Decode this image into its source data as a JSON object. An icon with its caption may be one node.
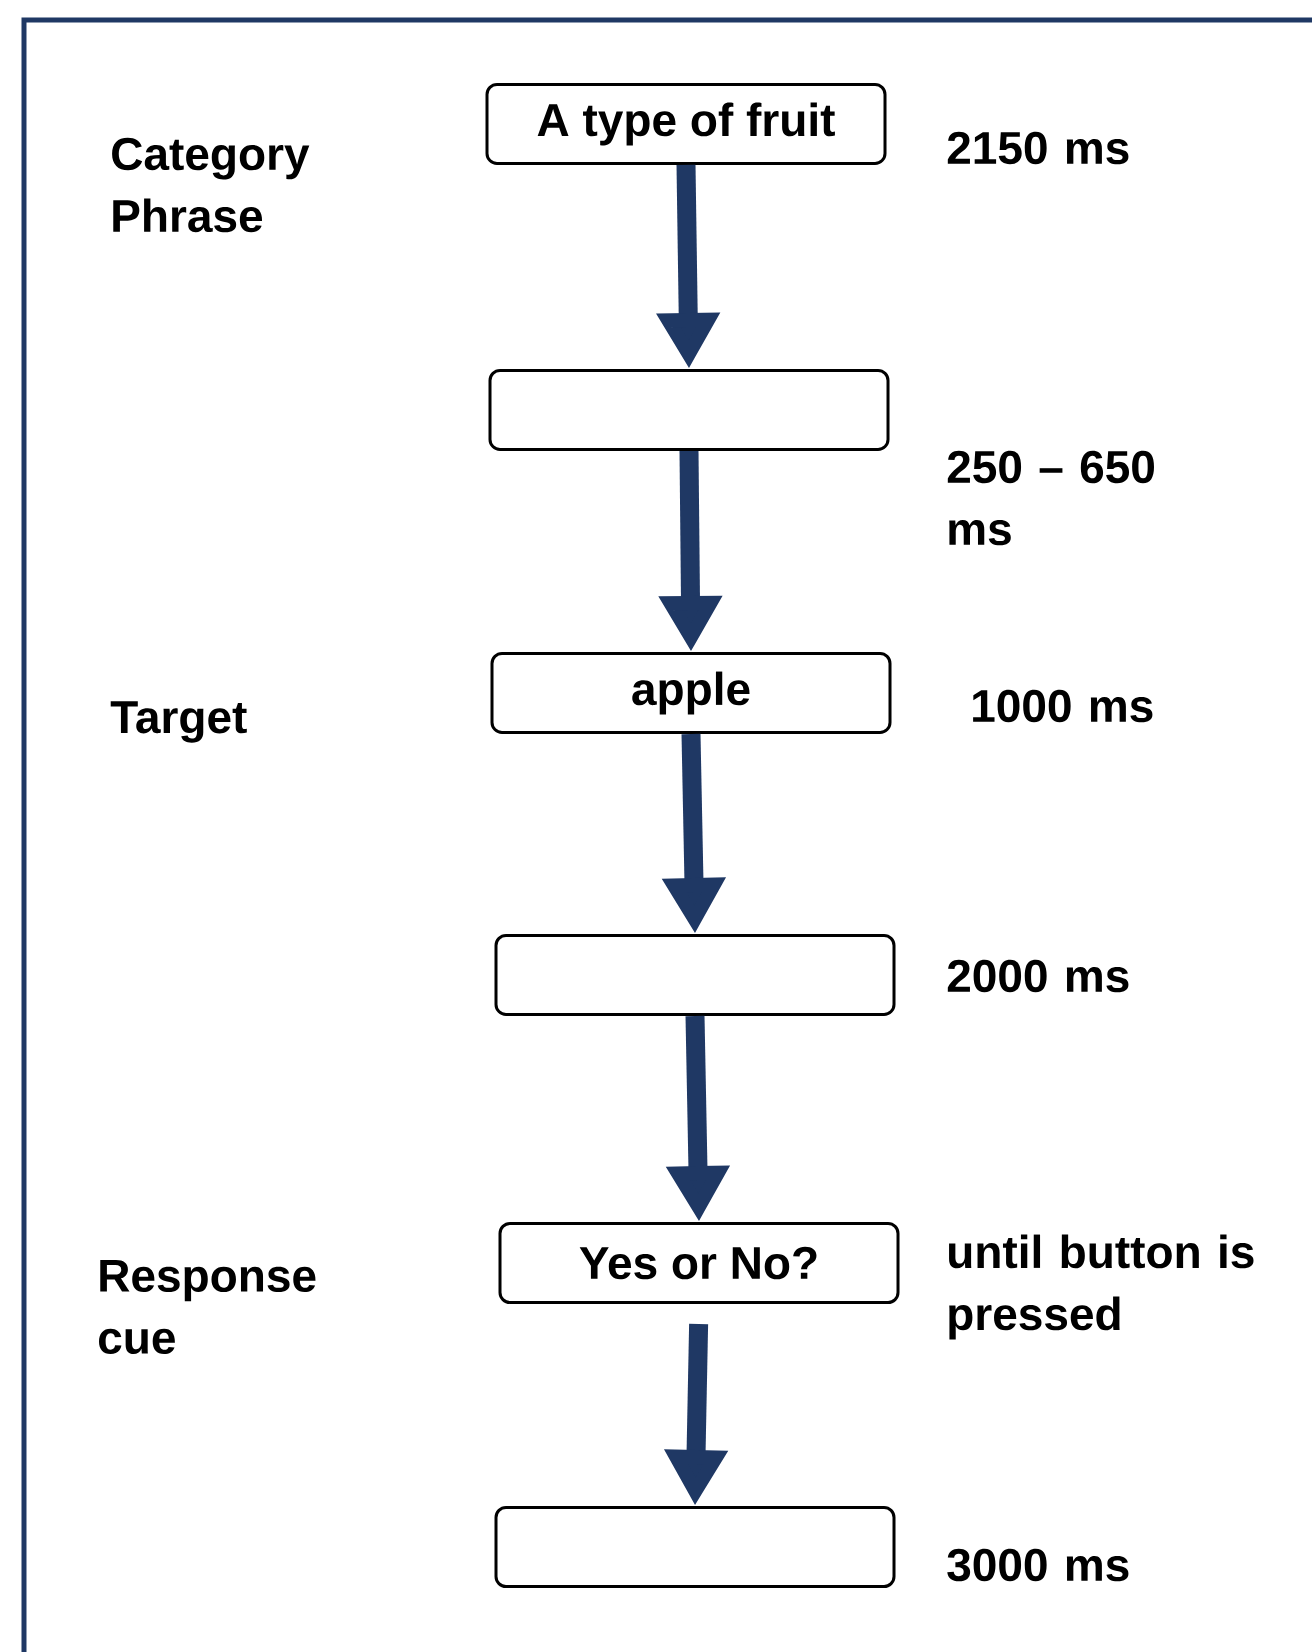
{
  "diagram": {
    "nodes": [
      {
        "text": [
          "A type of fruit"
        ],
        "beside": [
          "2150 ms"
        ]
      },
      {
        "text": [],
        "shape": "box",
        "beside": [
          "250 – 650 ms"
        ]
      },
      {
        "text": [
          "apple"
        ],
        "beside": [
          "1000 ms"
        ]
      },
      {
        "text": [],
        "shape": "box",
        "beside": [
          "2000 ms"
        ]
      },
      {
        "text": [
          "Yes or No?"
        ],
        "beside": [
          "until button is pressed"
        ]
      },
      {
        "text": [],
        "shape": "box",
        "beside": [
          "3000 ms"
        ]
      }
    ],
    "edges": [
      {
        "from": 0,
        "to": 1,
        "arrow": "to"
      },
      {
        "from": 1,
        "to": 2,
        "arrow": "to"
      },
      {
        "from": 2,
        "to": 3,
        "arrow": "to"
      },
      {
        "from": 3,
        "to": 4,
        "arrow": "to"
      },
      {
        "from": 4,
        "to": 5,
        "arrow": "to"
      }
    ],
    "labels": [
      "Category Phrase",
      "Target",
      "Response cue"
    ]
  }
}
